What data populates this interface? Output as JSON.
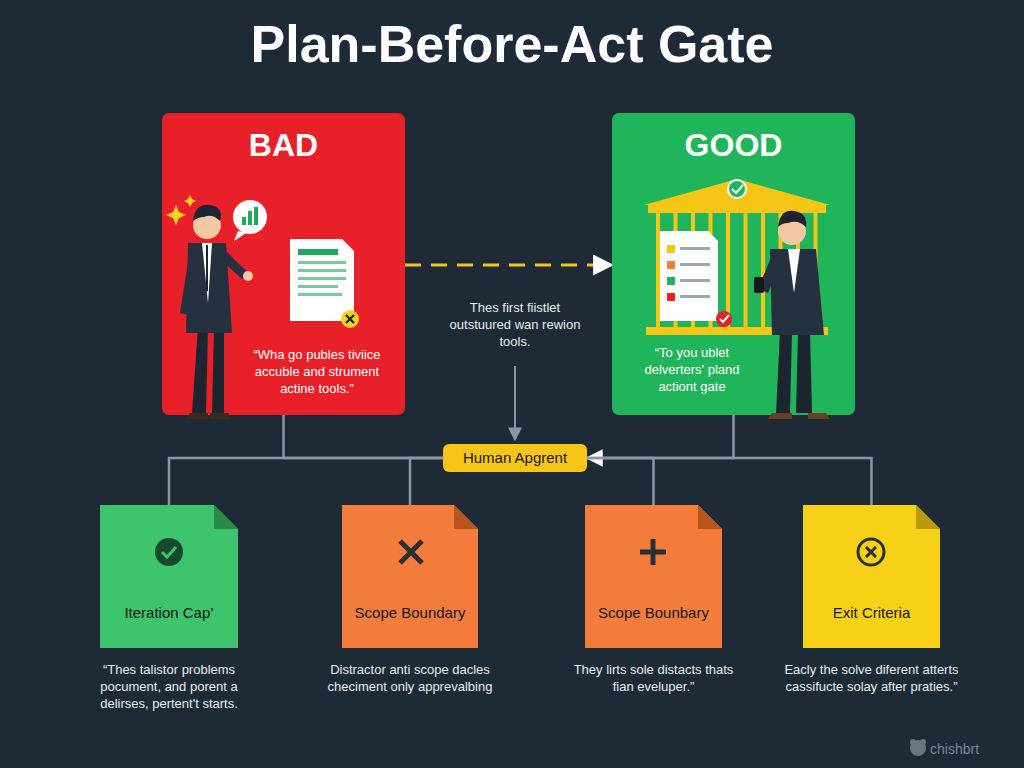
{
  "diagram": {
    "title": "Plan-Before-Act Gate",
    "nodes": [
      {
        "text": [
          "BAD",
          "“Wha go publes tiviice accuble and strument actine tools.”"
        ]
      },
      {
        "text": [
          "GOOD",
          "“To you ublet delverters' pland actiont gate"
        ]
      },
      {
        "text": [
          "Human Apgrent"
        ]
      },
      {
        "text": [
          "Iteration Cap’",
          "“Thes talistor problems pocument, and porent a delirses, pertent't starts."
        ]
      },
      {
        "text": [
          "Scope Boundary",
          "Distractor anti scope dacles checiment only apprevalbing"
        ]
      },
      {
        "text": [
          "Scope Bounbary",
          "They lirts sole distacts thats fian eveluper.”"
        ]
      },
      {
        "text": [
          "Exit Criteria",
          "Eacly the solve diferent atterts cassifucte solay after praties.”"
        ]
      }
    ],
    "edges": [
      {
        "from": 0,
        "to": 1,
        "arrow": "to"
      },
      {
        "from": 0,
        "to": 2,
        "arrow": "none"
      },
      {
        "from": 1,
        "to": 2,
        "arrow": "to"
      },
      {
        "from": 2,
        "to": 3,
        "arrow": "none"
      },
      {
        "from": 2,
        "to": 4,
        "arrow": "none"
      },
      {
        "from": 2,
        "to": 5,
        "arrow": "none"
      },
      {
        "from": 2,
        "to": 6,
        "arrow": "none"
      }
    ],
    "labels": [
      "Thes first fiistlet outstuured wan rewion tools.",
      "chishbrt"
    ]
  }
}
